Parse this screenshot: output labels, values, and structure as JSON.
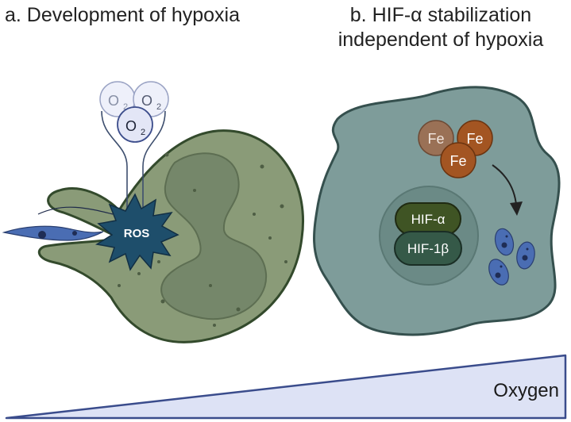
{
  "panel_a": {
    "title": "a. Development of hypoxia",
    "oxygen_molecules": [
      {
        "base": "O",
        "sub": "2"
      },
      {
        "base": "O",
        "sub": "2"
      },
      {
        "base": "O",
        "sub": "2"
      }
    ],
    "burst_label": "ROS"
  },
  "panel_b": {
    "title_line1": "b. HIF-α stabilization",
    "title_line2": "independent of hypoxia",
    "iron_labels": [
      "Fe",
      "Fe",
      "Fe"
    ],
    "hif_alpha_label": "HIF-α",
    "hif_beta_label": "HIF-1β"
  },
  "gradient": {
    "label": "Oxygen"
  },
  "colors": {
    "neutrophil_fill": "#8a9b78",
    "neutrophil_stroke": "#334a2c",
    "nucleus_fill": "#75876a",
    "macrophage_fill": "#7e9c9a",
    "macrophage_stroke": "#35504e",
    "nucleus_b_fill": "#6b8a86",
    "hif_alpha_fill": "#3f5424",
    "hif_beta_fill": "#355948",
    "iron_dark": "#a35522",
    "iron_light": "#9a7156",
    "ros_fill": "#1e4e6b",
    "parasite_fill": "#4a6db3",
    "gradient_fill": "#dde2f5",
    "gradient_stroke": "#3a4c8c"
  }
}
